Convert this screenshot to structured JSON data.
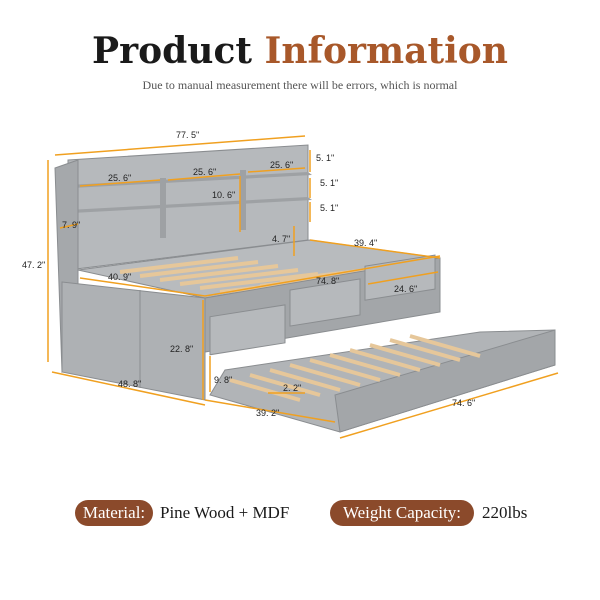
{
  "header": {
    "title_part1": "Product",
    "title_part2": "Information",
    "subtitle": "Due to manual measurement there will be errors, which is normal"
  },
  "dimensions": {
    "total_width": "77. 5\"",
    "total_height": "47. 2\"",
    "shelf_left": "25. 6\"",
    "shelf_mid": "25. 6\"",
    "shelf_right": "25. 6\"",
    "top_gap": "5. 1\"",
    "shelf_gap_1": "5. 1\"",
    "shelf_gap_2": "5. 1\"",
    "shelf_height": "10. 6\"",
    "side_depth": "7. 9\"",
    "headboard_gap": "4. 7\"",
    "bed_depth": "39. 4\"",
    "bed_width_inner": "40. 9\"",
    "bed_length": "74. 8\"",
    "drawer_width": "24. 6\"",
    "frame_height": "22. 8\"",
    "base_depth": "48. 8\"",
    "trundle_height": "9. 8\"",
    "trundle_slat_gap": "2. 2\"",
    "trundle_width": "39. 2\"",
    "trundle_length": "74. 6\""
  },
  "specs": {
    "material_label": "Material:",
    "material_value": "Pine Wood + MDF",
    "weight_label": "Weight Capacity:",
    "weight_value": "220lbs"
  },
  "colors": {
    "accent": "#a8582a",
    "pill": "#8b4a2b",
    "dimension_line": "#f0a020",
    "bed_gray": "#a9acaf",
    "slat_wood": "#e6c79a"
  }
}
